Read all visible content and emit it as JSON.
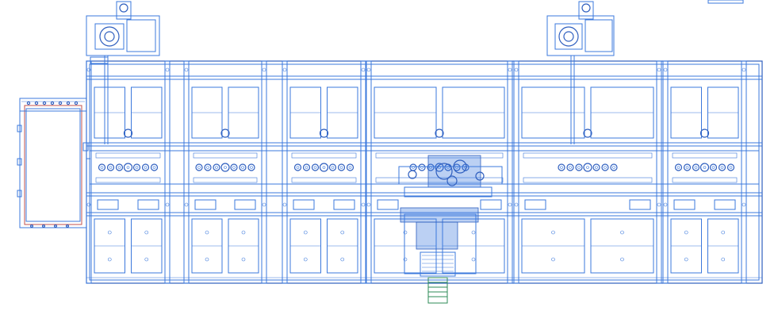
{
  "drawing": {
    "kind": "cad-wireframe-elevation",
    "line_color": "#3b78dc",
    "detail_color": "#2f5fbf",
    "accent_colors": [
      "#c0504d",
      "#2e8b57"
    ],
    "background": "#ffffff",
    "bays": 6,
    "motor_units": 2,
    "printed_text": []
  }
}
